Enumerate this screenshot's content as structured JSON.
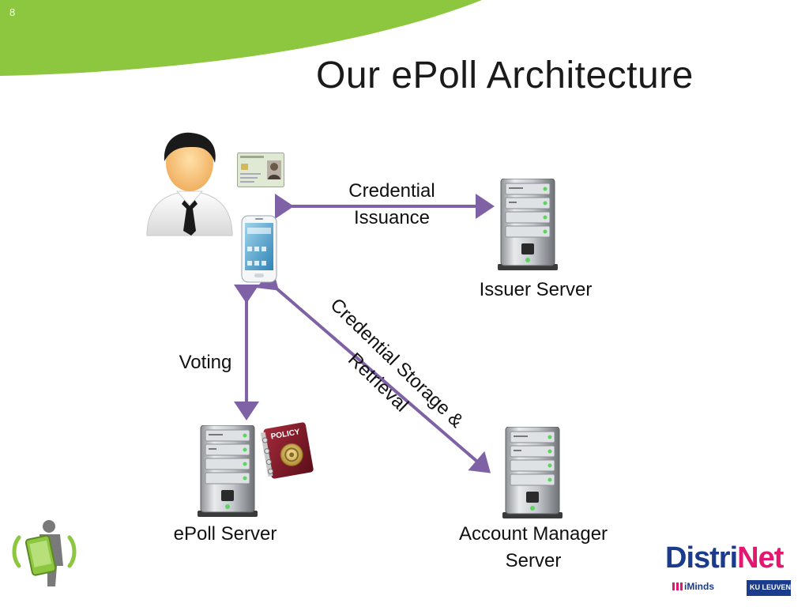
{
  "slide": {
    "number": "8",
    "title": "Our ePoll Architecture"
  },
  "diagram": {
    "nodes": {
      "issuer": "Issuer Server",
      "epoll": "ePoll Server",
      "account_manager": "Account Manager Server"
    },
    "edges": {
      "issuance": "Credential Issuance",
      "voting": "Voting",
      "storage": "Credential Storage & Retrieval"
    },
    "policy_book": "POLICY"
  },
  "logos": {
    "distrinet": "DistriNet",
    "iminds": "iMinds",
    "kuleuven": "KU LEUVEN"
  },
  "colors": {
    "accent_green": "#8dc63f",
    "arrow_purple": "#7f62a6",
    "distrinet_blue": "#1b3b8c",
    "distrinet_pink": "#e3176f"
  }
}
